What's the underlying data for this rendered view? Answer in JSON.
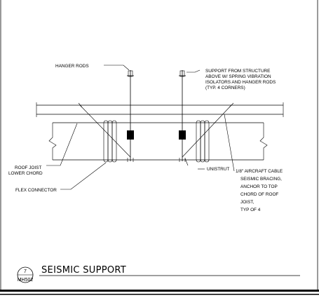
{
  "drawing": {
    "title": "SEISMIC SUPPORT",
    "detail_number": "7",
    "sheet_number": "MH502"
  },
  "callouts": {
    "hanger_rods": "HANGER RODS",
    "support_from_structure": [
      "SUPPORT FROM STRUCTURE",
      "ABOVE W/ SPRING VIBRATION",
      "ISOLATORS AND HANGER RODS",
      "(TYP. 4 CORNERS)"
    ],
    "roof_joist": [
      "ROOF JOIST",
      "LOWER CHORD"
    ],
    "flex_connector": "FLEX CONNECTOR",
    "unistrut": "UNISTRUT",
    "aircraft_cable": [
      "1/8\" AIRCRAFT CABLE",
      "SEISMIC BRACING,",
      "ANCHOR TO TOP",
      "CHORD OF ROOF",
      "JOIST,",
      "TYP OF 4"
    ]
  }
}
